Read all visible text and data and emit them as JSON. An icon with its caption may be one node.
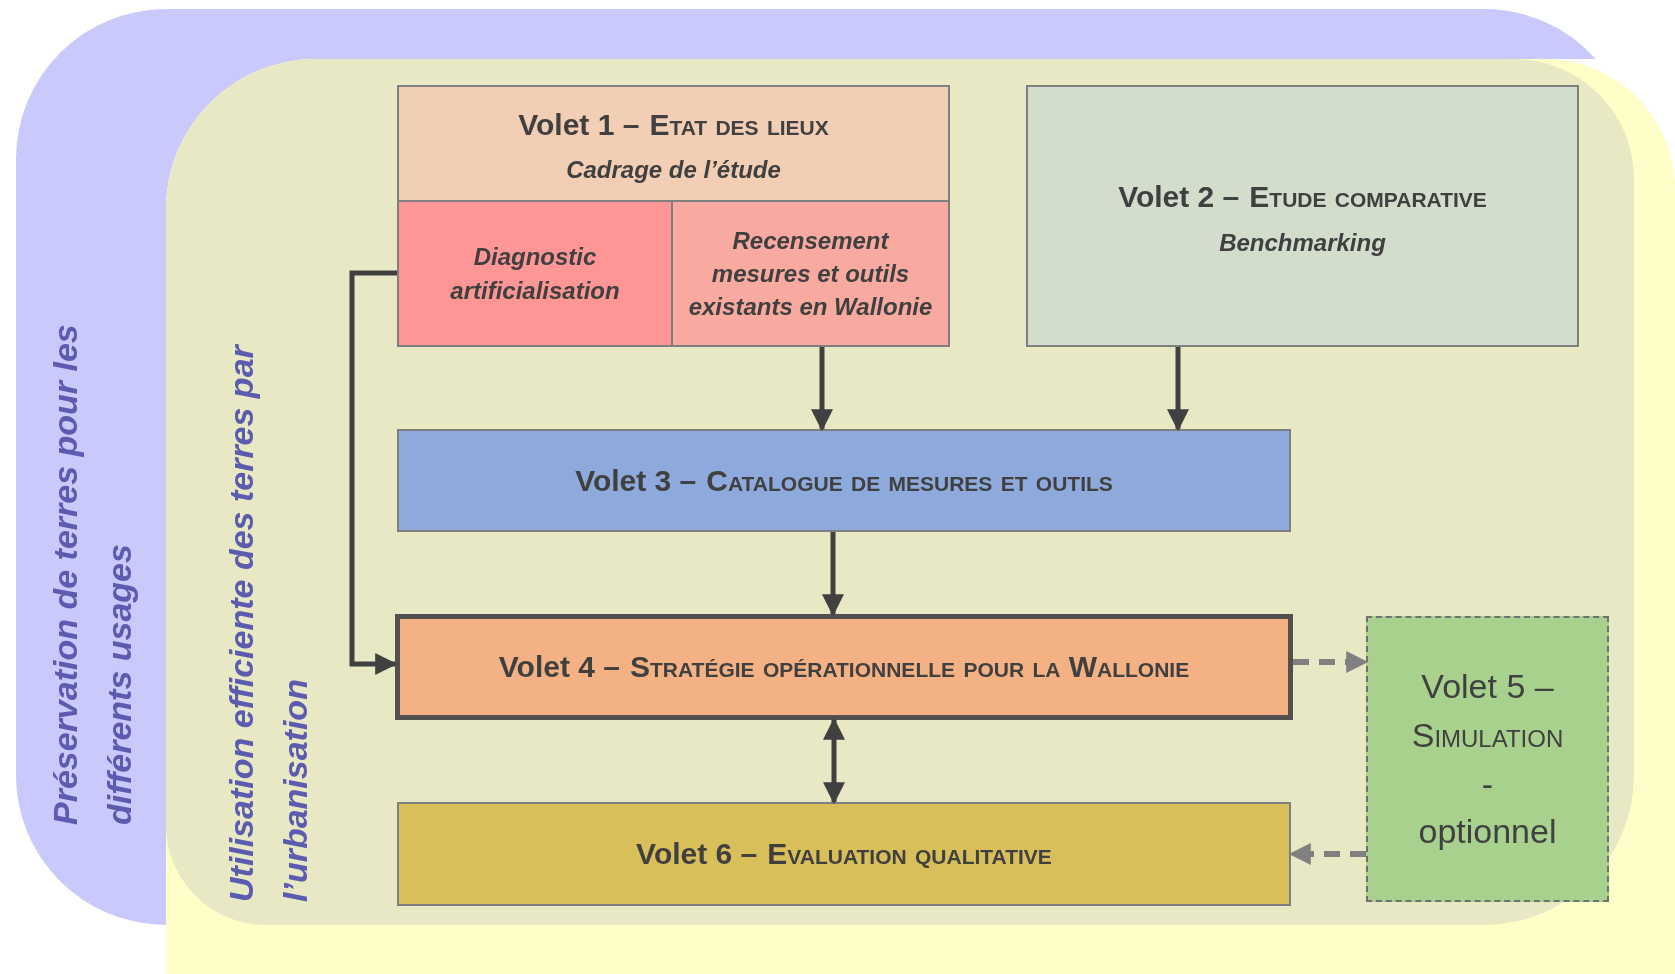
{
  "diagram": {
    "nodes": [
      {
        "text": [
          "Préservation de terres pour les différents usages"
        ]
      },
      {
        "text": [
          "Utilisation efficiente des terres par l’urbanisation"
        ]
      },
      {
        "text": [
          "Volet 1 –",
          "Etat des lieux",
          "Cadrage de l’étude"
        ],
        "in": 1
      },
      {
        "text": [
          "Diagnostic artificialisation"
        ],
        "in": 2
      },
      {
        "text": [
          "Recensement mesures et outils existants en Wallonie"
        ],
        "in": 2
      },
      {
        "text": [
          "Volet 2 –",
          "Etude comparative",
          "Benchmarking"
        ],
        "in": 1
      },
      {
        "text": [
          "Volet 3 –",
          "Catalogue de mesures et outils"
        ],
        "in": 1
      },
      {
        "text": [
          "Volet 4 –",
          "Stratégie opérationnelle pour la Wallonie"
        ],
        "in": 1
      },
      {
        "text": [
          "Volet 5 –",
          "Simulation",
          "-",
          "optionnel"
        ],
        "in": 1
      },
      {
        "text": [
          "Volet 6 –",
          "Evaluation qualitative"
        ],
        "in": 1
      }
    ],
    "edges": [
      {
        "from": 4,
        "to": 6,
        "arrow": "to"
      },
      {
        "from": 5,
        "to": 6,
        "arrow": "to"
      },
      {
        "from": 6,
        "to": 7,
        "arrow": "to"
      },
      {
        "from": 3,
        "to": 7,
        "arrow": "to"
      },
      {
        "from": 7,
        "to": 9,
        "arrow": "both"
      },
      {
        "from": 7,
        "to": 8,
        "arrow": "to",
        "style": "dashed",
        "color": "#808080"
      },
      {
        "from": 8,
        "to": 9,
        "arrow": "to",
        "style": "dashed",
        "color": "#808080"
      }
    ]
  }
}
